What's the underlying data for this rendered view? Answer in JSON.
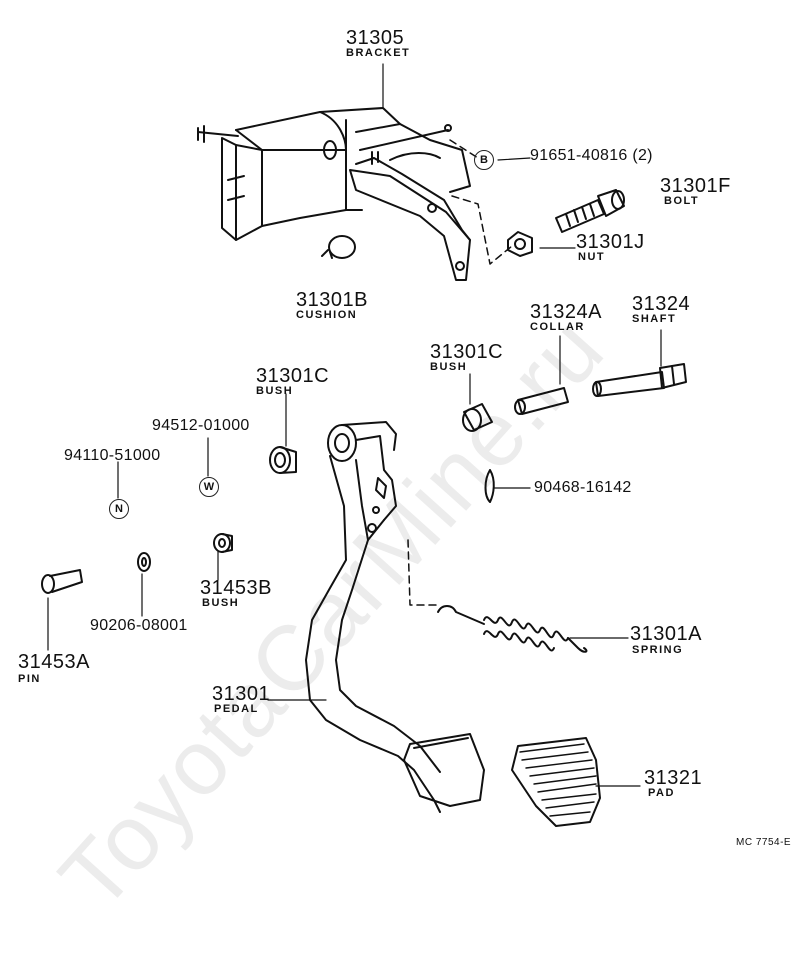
{
  "watermark": "ToyotaCarMine.ru",
  "diagram_code": "MC 7754-E",
  "parts": {
    "bracket": {
      "number": "31305",
      "name": "BRACKET"
    },
    "bolt_b": {
      "letter": "B",
      "number": "91651-40816 (2)"
    },
    "bolt": {
      "number": "31301F",
      "name": "BOLT"
    },
    "nut": {
      "number": "31301J",
      "name": "NUT"
    },
    "cushion": {
      "number": "31301B",
      "name": "CUSHION"
    },
    "collar": {
      "number": "31324A",
      "name": "COLLAR"
    },
    "shaft": {
      "number": "31324",
      "name": "SHAFT"
    },
    "bush_right": {
      "number": "31301C",
      "name": "BUSH"
    },
    "bush_left": {
      "number": "31301C",
      "name": "BUSH"
    },
    "washer_w": {
      "letter": "W",
      "number": "94512-01000"
    },
    "nut_n": {
      "letter": "N",
      "number": "94110-51000"
    },
    "clip": {
      "number": "90468-16142"
    },
    "clip_small": {
      "number": "90206-08001"
    },
    "bush_small": {
      "number": "31453B",
      "name": "BUSH"
    },
    "pin": {
      "number": "31453A",
      "name": "PIN"
    },
    "spring": {
      "number": "31301A",
      "name": "SPRING"
    },
    "pedal": {
      "number": "31301",
      "name": "PEDAL"
    },
    "pad": {
      "number": "31321",
      "name": "PAD"
    }
  }
}
